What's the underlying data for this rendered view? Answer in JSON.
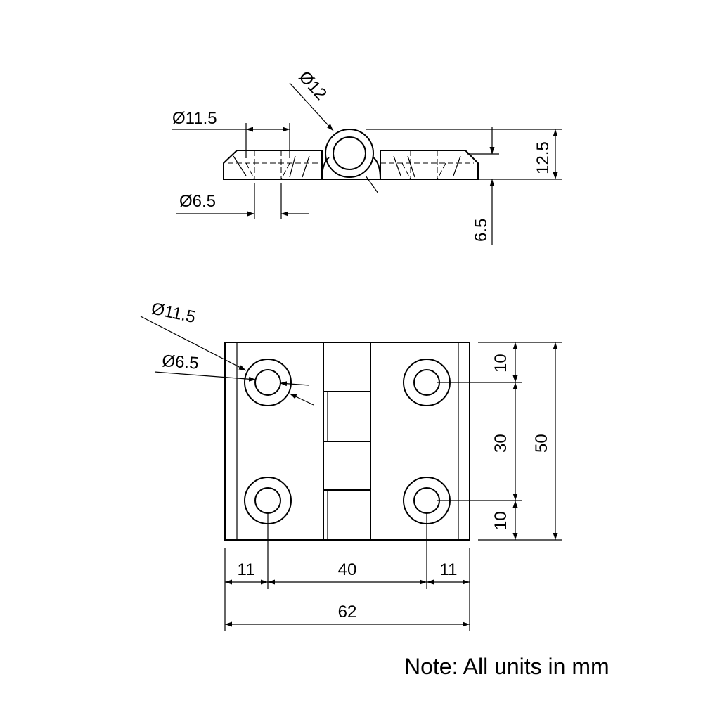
{
  "top_view": {
    "pin_diameter": "Ø12",
    "countersink_diameter": "Ø11.5",
    "hole_diameter": "Ø6.5",
    "total_height": "12.5",
    "plate_thickness": "6.5"
  },
  "front_view": {
    "countersink_diameter": "Ø11.5",
    "hole_diameter": "Ø6.5",
    "top_offset": "10",
    "hole_spacing_vertical": "30",
    "bottom_offset": "10",
    "total_height": "50",
    "left_offset": "11",
    "hole_spacing_horizontal": "40",
    "right_offset": "11",
    "total_width": "62"
  },
  "note": "Note: All units in mm"
}
